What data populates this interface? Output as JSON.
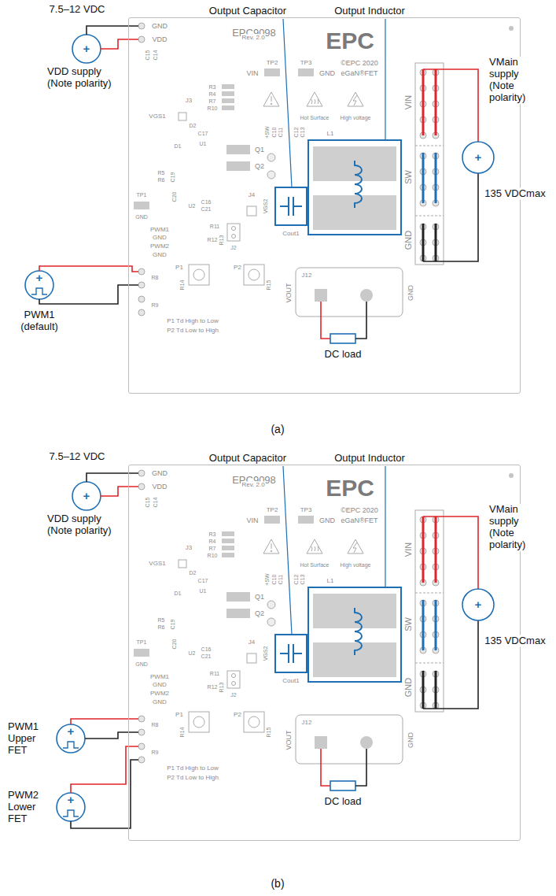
{
  "diagram": {
    "nodes": [
      {
        "text": [
          "EPC9098"
        ]
      },
      {
        "text": [
          "EPC9098"
        ]
      }
    ],
    "labels": [
      "7.5–12 VDC",
      "VDD supply (Note polarity)",
      "Output Capacitor",
      "Output Inductor",
      "VMain supply (Note polarity)",
      "135 VDCmax",
      "+",
      "+",
      "+",
      "PWM1 (default)",
      "DC load",
      "(a)",
      "GND",
      "VDD",
      "C15",
      "C14",
      "Rev. 2.0",
      "TP2",
      "VIN",
      "TP3",
      "GND",
      "EPC",
      "©EPC 2020",
      "eGaN®FET",
      "Hot Surface",
      "High voltage",
      "J3",
      "VGS1",
      "R3",
      "R4",
      "R7",
      "R10",
      "D2",
      "C17",
      "D1",
      "U1",
      "Q1",
      "Q2",
      "+SW",
      "C10",
      "C11",
      "C12",
      "C13",
      "R5",
      "R6",
      "C19",
      "TP1",
      "GND",
      "C20",
      "U2",
      "C16",
      "C21",
      "J4",
      "VGS2",
      "R11",
      "R12",
      "R13",
      "J2",
      "PWM1",
      "GND",
      "PWM2",
      "GND",
      "R8",
      "R9",
      "P1",
      "R14",
      "P2",
      "R15",
      "P1 Td High to Low",
      "P2 Td Low to High",
      "L1",
      "Cout1",
      "VIN",
      "SW",
      "GND",
      "J12",
      "VOUT",
      "GND",
      "7.5–12 VDC",
      "VDD supply (Note polarity)",
      "Output Capacitor",
      "Output Inductor",
      "VMain supply (Note polarity)",
      "135 VDCmax",
      "+",
      "+",
      "+",
      "PWM1 Upper FET",
      "+",
      "PWM2 Lower FET",
      "DC load",
      "(b)",
      "GND",
      "VDD",
      "C15",
      "C14",
      "Rev. 2.0",
      "TP2",
      "VIN",
      "TP3",
      "GND",
      "EPC",
      "©EPC 2020",
      "eGaN®FET",
      "Hot Surface",
      "High voltage",
      "J3",
      "VGS1",
      "R3",
      "R4",
      "R7",
      "R10",
      "D2",
      "C17",
      "D1",
      "U1",
      "Q1",
      "Q2",
      "+SW",
      "C10",
      "C11",
      "C12",
      "C13",
      "R5",
      "R6",
      "C19",
      "TP1",
      "GND",
      "C20",
      "U2",
      "C16",
      "C21",
      "J4",
      "VGS2",
      "R11",
      "R12",
      "R13",
      "J2",
      "PWM1",
      "GND",
      "PWM2",
      "GND",
      "R8",
      "R9",
      "P1",
      "R14",
      "P2",
      "R15",
      "P1 Td High to Low",
      "P2 Td Low to High",
      "L1",
      "Cout1",
      "VIN",
      "SW",
      "GND",
      "J12",
      "VOUT",
      "GND"
    ]
  }
}
